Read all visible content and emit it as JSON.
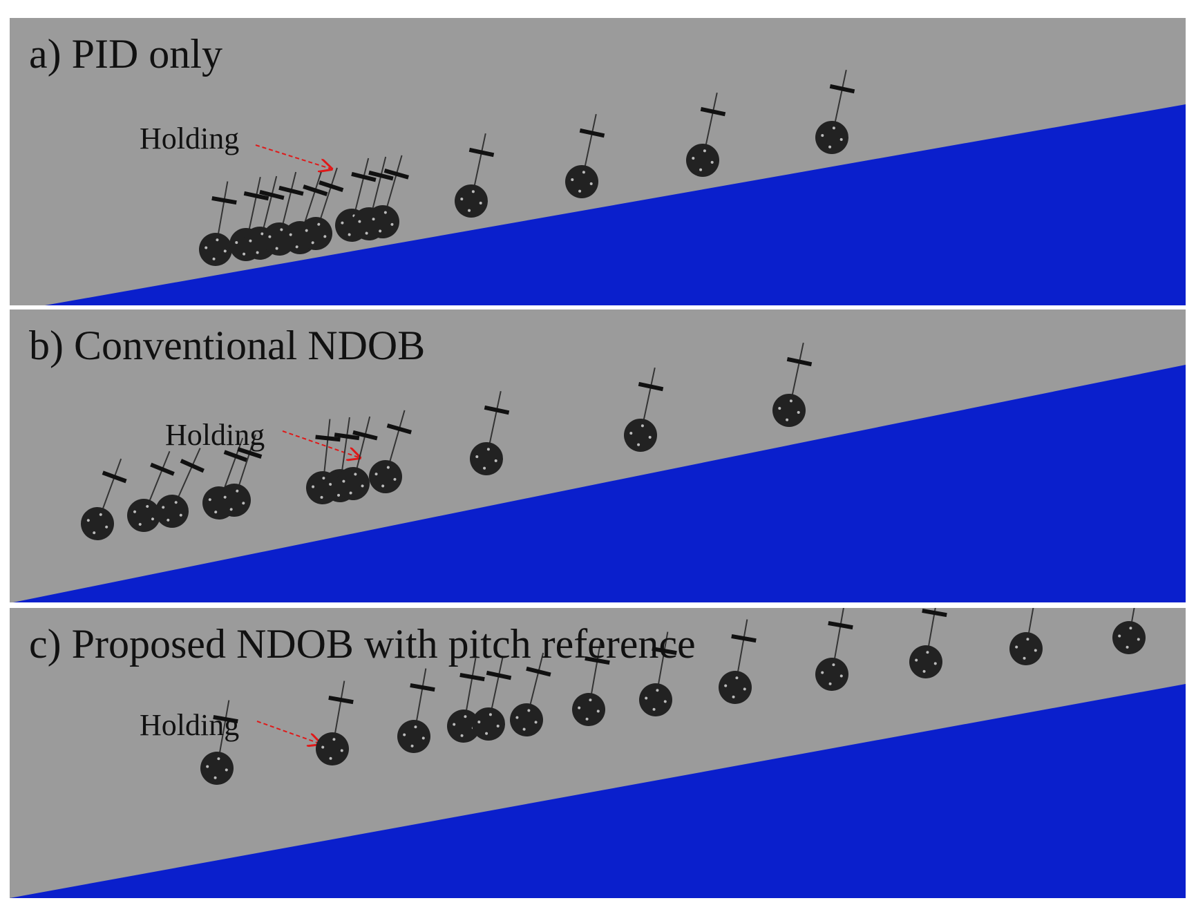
{
  "colors": {
    "background": "#9b9b9b",
    "slope": "#0a1fcc",
    "robot": "#222222",
    "arrow": "#e01818"
  },
  "panels": [
    {
      "id": "a",
      "title": "a) PID only",
      "annotation": "Holding"
    },
    {
      "id": "b",
      "title": "b) Conventional NDOB",
      "annotation": "Holding"
    },
    {
      "id": "c",
      "title": "c) Proposed NDOB with pitch reference",
      "annotation": "Holding"
    }
  ]
}
